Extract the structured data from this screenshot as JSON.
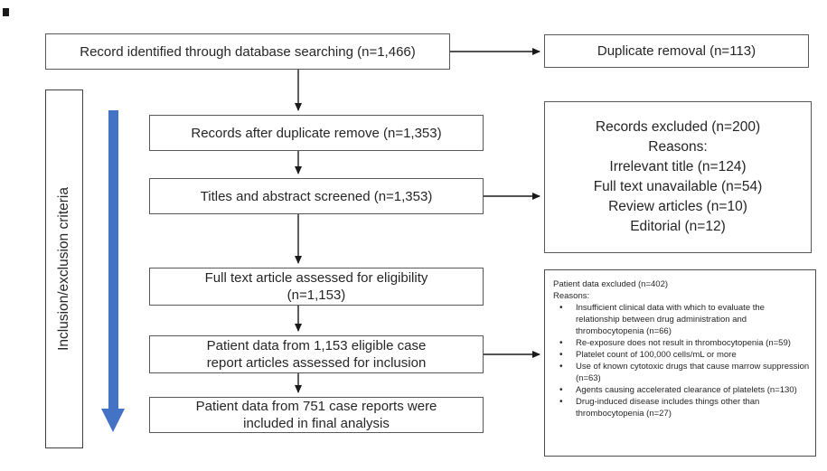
{
  "diagram": {
    "sidebar": {
      "label": "Inclusion/exclusion criteria"
    },
    "colors": {
      "arrow_blue": "#4472C4",
      "box_border": "#595959",
      "text": "#262626"
    },
    "boxes": {
      "identified": {
        "text": "Record identified through database searching (n=1,466)"
      },
      "duplicate_removal": {
        "text": "Duplicate removal (n=113)"
      },
      "after_duplicates": {
        "text": "Records after duplicate remove (n=1,353)"
      },
      "screened": {
        "text": "Titles and abstract screened (n=1,353)"
      },
      "records_excluded": {
        "lines": [
          "Records excluded (n=200)",
          "Reasons:",
          "Irrelevant title (n=124)",
          "Full text unavailable (n=54)",
          "Review articles (n=10)",
          "Editorial (n=12)"
        ]
      },
      "full_text": {
        "lines": [
          "Full text article assessed for eligibility",
          "(n=1,153)"
        ]
      },
      "assessed_inclusion": {
        "lines": [
          "Patient data from 1,153 eligible case",
          "report articles assessed for inclusion"
        ]
      },
      "patient_excluded": {
        "header": [
          "Patient data excluded (n=402)",
          "Reasons:"
        ],
        "bullets": [
          "Insufficient clinical data with which to evaluate the relationship between drug administration and thrombocytopenia (n=66)",
          "Re-exposure does not result in thrombocytopenia (n=59)",
          "Platelet count of 100,000 cells/mL or more",
          "Use of known cytotoxic drugs that cause marrow suppression (n=63)",
          "Agents causing accelerated clearance of platelets (n=130)",
          "Drug-induced disease includes things other than thrombocytopenia (n=27)"
        ]
      },
      "final_analysis": {
        "lines": [
          "Patient data from 751 case reports were",
          "included in final analysis"
        ]
      }
    }
  }
}
